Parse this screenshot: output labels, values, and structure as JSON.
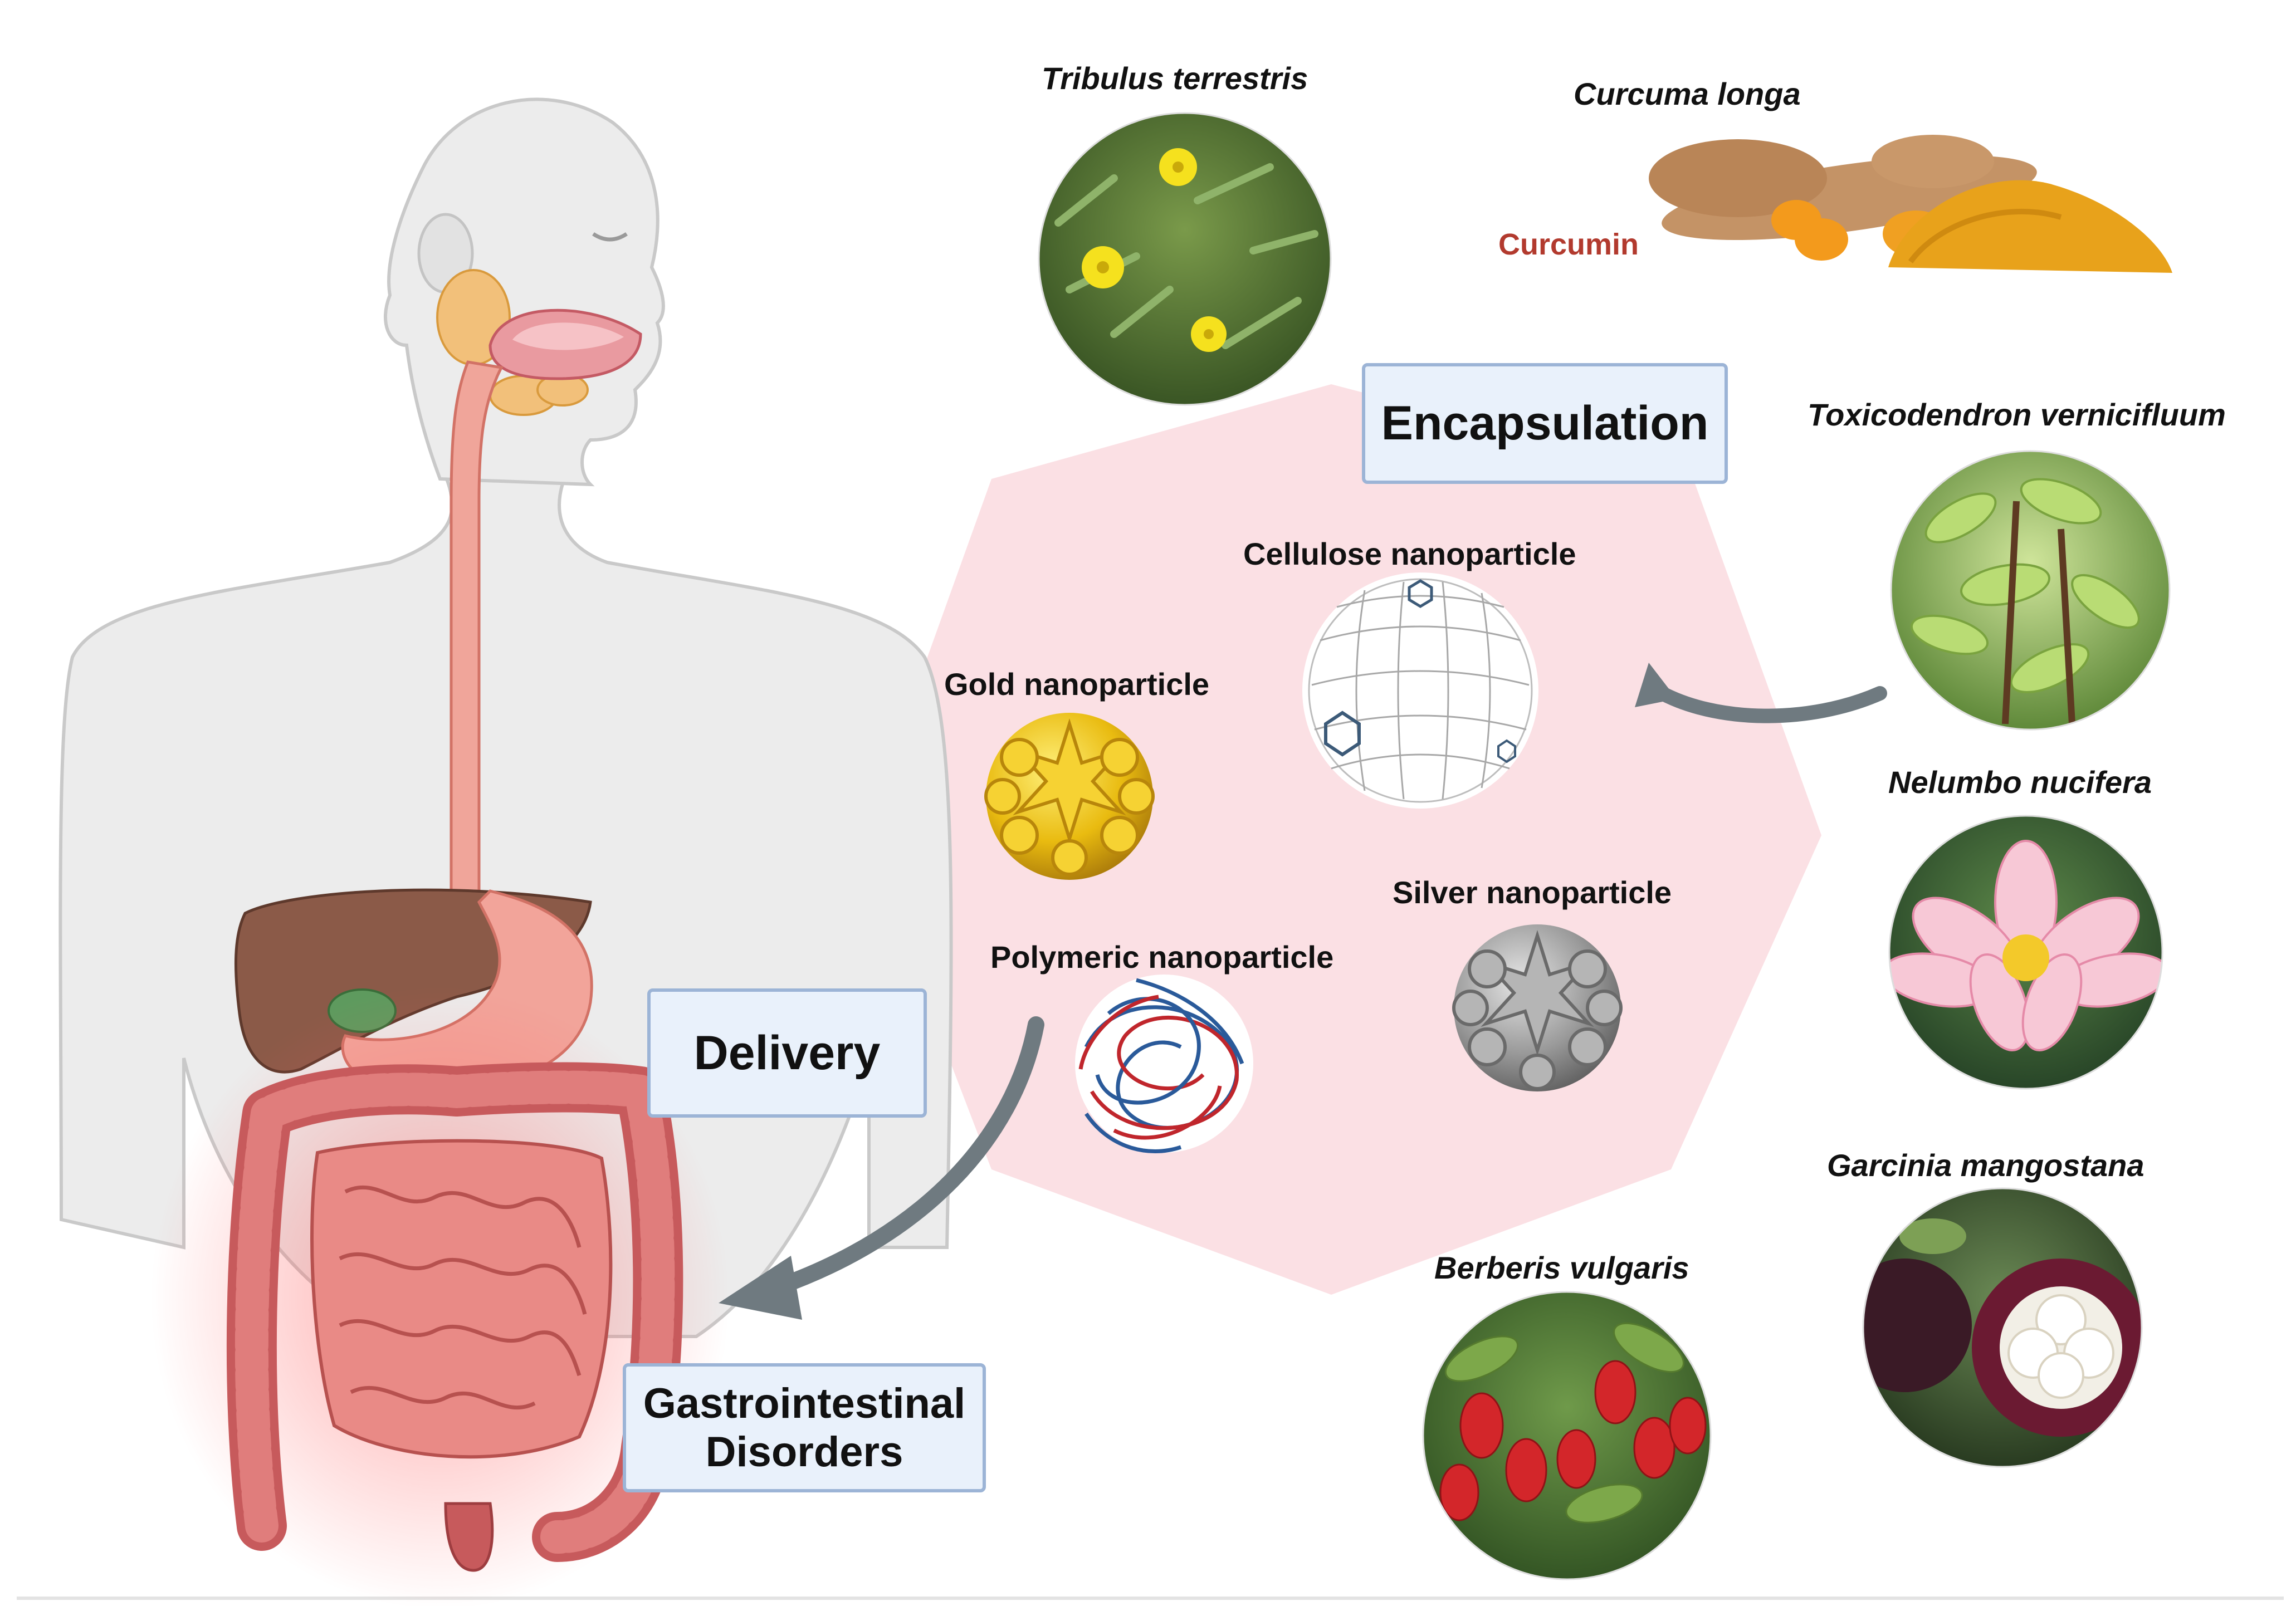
{
  "plants": {
    "tribulus": "Tribulus terrestris",
    "curcuma": "Curcuma longa",
    "curcumin": "Curcumin",
    "toxicodendron": "Toxicodendron vernicifluum",
    "nelumbo": "Nelumbo nucifera",
    "garcinia": "Garcinia mangostana",
    "berberis": "Berberis vulgaris"
  },
  "nanoparticles": {
    "cellulose": "Cellulose nanoparticle",
    "gold": "Gold nanoparticle",
    "silver": "Silver nanoparticle",
    "polymeric": "Polymeric nanoparticle"
  },
  "boxes": {
    "encapsulation": "Encapsulation",
    "delivery": "Delivery",
    "gi_line1": "Gastrointestinal",
    "gi_line2": "Disorders"
  },
  "colors": {
    "octagon": "#fbe0e4",
    "box_fill": "#e9f1fb",
    "box_border": "#9cb4d6",
    "arrow": "#6f7a80",
    "curcumin_text": "#b23a2e",
    "gold": "#e9bb10",
    "silver": "#9a9a9a"
  }
}
